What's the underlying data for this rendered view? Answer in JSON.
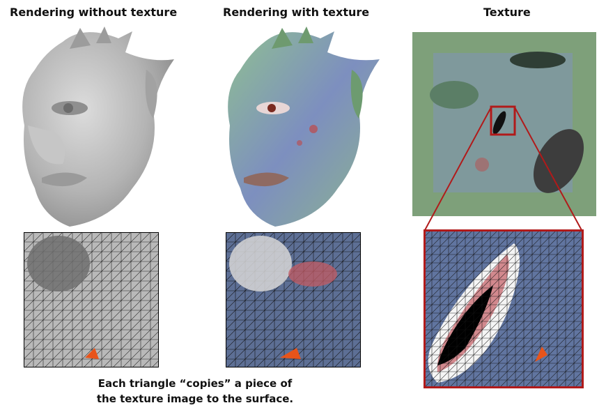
{
  "titles": {
    "without": "Rendering without texture",
    "with": "Rendering with texture",
    "texture": "Texture"
  },
  "caption": {
    "line1": "Each triangle “copies” a piece of",
    "line2": "the texture image to the surface."
  },
  "colors": {
    "highlight_box": "#b11a1a",
    "highlight_triangle": "#e8541a",
    "skin_green": "#86b08a",
    "skin_blue": "#7d8fbf",
    "gray_head": "#b8b8b8"
  }
}
